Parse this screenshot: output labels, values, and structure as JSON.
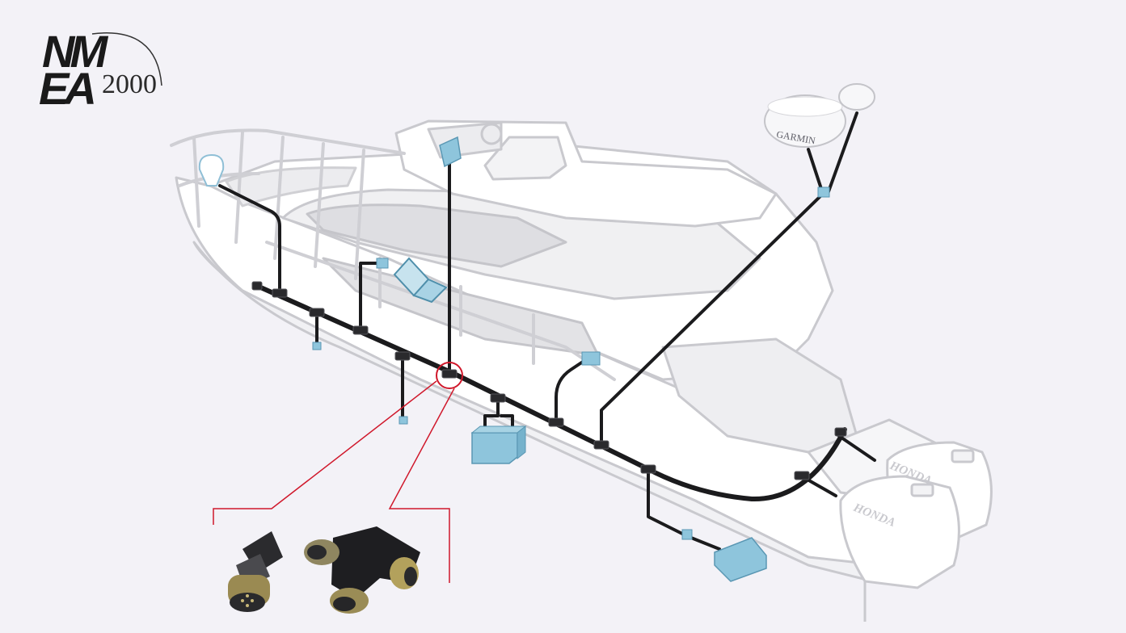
{
  "logo": {
    "line1": "NM",
    "line2": "EA",
    "suffix": "2000"
  },
  "radar": {
    "brand": "GARMIN"
  },
  "engines": {
    "upper_brand": "HONDA",
    "lower_brand": "HONDA"
  },
  "colors": {
    "background": "#f3f2f7",
    "boat_outline": "#c9c9ce",
    "backbone_cable": "#1b1b1d",
    "device_blue": "#8ec5dc",
    "callout_red": "#d0182b"
  }
}
